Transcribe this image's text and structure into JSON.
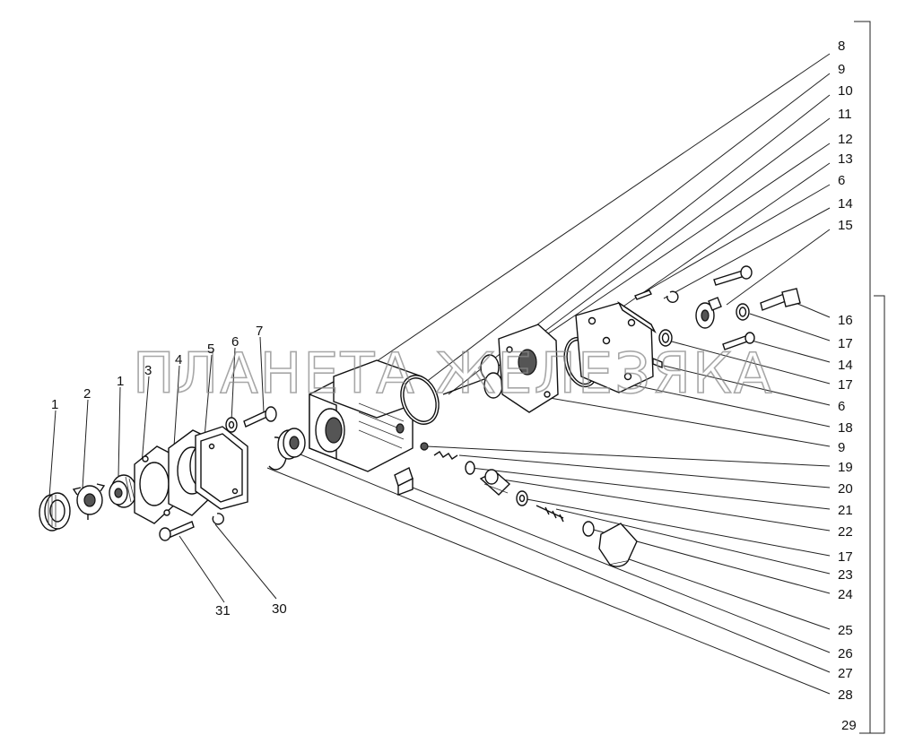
{
  "watermark": "ПЛАНЕТА ЖЕЛЕЗЯКА",
  "callouts": [
    {
      "id": "c1a",
      "label": "1"
    },
    {
      "id": "c2",
      "label": "2"
    },
    {
      "id": "c1b",
      "label": "1"
    },
    {
      "id": "c3",
      "label": "3"
    },
    {
      "id": "c4",
      "label": "4"
    },
    {
      "id": "c5",
      "label": "5"
    },
    {
      "id": "c6a",
      "label": "6"
    },
    {
      "id": "c7",
      "label": "7"
    },
    {
      "id": "c31",
      "label": "31"
    },
    {
      "id": "c30",
      "label": "30"
    },
    {
      "id": "c8",
      "label": "8"
    },
    {
      "id": "c9a",
      "label": "9"
    },
    {
      "id": "c10",
      "label": "10"
    },
    {
      "id": "c11",
      "label": "11"
    },
    {
      "id": "c12",
      "label": "12"
    },
    {
      "id": "c13",
      "label": "13"
    },
    {
      "id": "c6b",
      "label": "6"
    },
    {
      "id": "c14a",
      "label": "14"
    },
    {
      "id": "c15",
      "label": "15"
    },
    {
      "id": "c16",
      "label": "16"
    },
    {
      "id": "c17a",
      "label": "17"
    },
    {
      "id": "c14b",
      "label": "14"
    },
    {
      "id": "c17b",
      "label": "17"
    },
    {
      "id": "c6c",
      "label": "6"
    },
    {
      "id": "c18",
      "label": "18"
    },
    {
      "id": "c9b",
      "label": "9"
    },
    {
      "id": "c19",
      "label": "19"
    },
    {
      "id": "c20",
      "label": "20"
    },
    {
      "id": "c21",
      "label": "21"
    },
    {
      "id": "c22",
      "label": "22"
    },
    {
      "id": "c17c",
      "label": "17"
    },
    {
      "id": "c23",
      "label": "23"
    },
    {
      "id": "c24",
      "label": "24"
    },
    {
      "id": "c25",
      "label": "25"
    },
    {
      "id": "c26",
      "label": "26"
    },
    {
      "id": "c27",
      "label": "27"
    },
    {
      "id": "c28",
      "label": "28"
    },
    {
      "id": "c29",
      "label": "29"
    }
  ]
}
